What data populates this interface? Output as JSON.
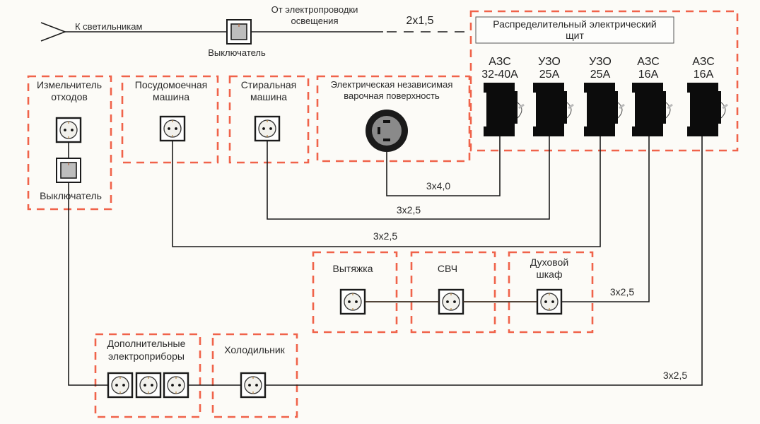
{
  "title": "Схема электропроводки кухни",
  "colors": {
    "zone": "#f0634a",
    "wire": "#1b1b1b",
    "breaker": "#0c0c0c",
    "socket_face": "#f2f1ec",
    "switch_face": "#bdbdbd",
    "background": "#fcfbf7"
  },
  "lighting": {
    "to_lights_label": "К светильникам",
    "switch_label": "Выключатель",
    "from_wiring_label_line1": "От электропроводки",
    "from_wiring_label_line2": "освещения",
    "cable": "2x1,5",
    "icons": {
      "fork": "lamp-output-icon",
      "switch": "light-switch-icon"
    }
  },
  "panel": {
    "title_line1": "Распределительный электрический",
    "title_line2": "щит",
    "breakers": [
      {
        "type": "АЗС",
        "rating": "32-40А"
      },
      {
        "type": "УЗО",
        "rating": "25А"
      },
      {
        "type": "УЗО",
        "rating": "25А"
      },
      {
        "type": "АЗС",
        "rating": "16А"
      },
      {
        "type": "АЗС",
        "rating": "16А"
      }
    ]
  },
  "zones": {
    "disposer": {
      "line1": "Измельчитель",
      "line2": "отходов",
      "switch_label": "Выключатель"
    },
    "dishwasher": {
      "line1": "Посудомоечная",
      "line2": "машина"
    },
    "washer": {
      "line1": "Стиральная",
      "line2": "машина"
    },
    "hob": {
      "line1": "Электрическая независимая",
      "line2": "варочная поверхность"
    },
    "hood": {
      "line1": "Вытяжка"
    },
    "microwave": {
      "line1": "СВЧ"
    },
    "oven": {
      "line1": "Духовой",
      "line2": "шкаф"
    },
    "extra": {
      "line1": "Дополнительные",
      "line2": "электроприборы"
    },
    "fridge": {
      "line1": "Холодильник"
    }
  },
  "cables": {
    "hob": "3x4,0",
    "washer": "3x2,5",
    "dishwasher": "3x2,5",
    "oven_group": "3x2,5",
    "fridge_group": "3x2,5"
  }
}
